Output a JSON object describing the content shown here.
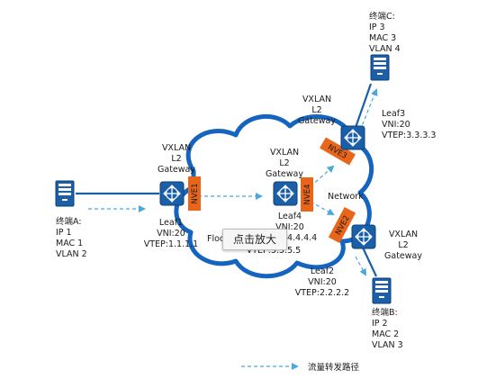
{
  "colors": {
    "cloud_stroke": "#1565c0",
    "switch_fill": "#1b5fa8",
    "server_fill": "#1b5fa8",
    "nve_fill": "#e8651a",
    "flow_arrow": "#4aa8dc"
  },
  "terminals": {
    "A": {
      "title": "终端A:",
      "lines": [
        "IP 1",
        "MAC 1",
        "VLAN 2"
      ],
      "icon": "server-icon"
    },
    "B": {
      "title": "终端B:",
      "lines": [
        "IP 2",
        "MAC 2",
        "VLAN 3"
      ],
      "icon": "server-icon"
    },
    "C": {
      "title": "终端C:",
      "lines": [
        "IP 3",
        "MAC 3",
        "VLAN 4"
      ],
      "icon": "server-icon"
    }
  },
  "gateway_label": [
    "VXLAN",
    "L2",
    "Gateway"
  ],
  "leaves": {
    "leaf1": {
      "lines": [
        "Leaf1",
        "VNI:20",
        "VTEP:1.1.1.1"
      ],
      "nve": "NVE1",
      "icon": "switch-icon"
    },
    "leaf2": {
      "lines": [
        "Leaf2",
        "VNI:20",
        "VTEP:2.2.2.2"
      ],
      "nve": "NVE2",
      "icon": "switch-icon"
    },
    "leaf3": {
      "lines": [
        "Leaf3",
        "VNI:20",
        "VTEP:3.3.3.3"
      ],
      "nve": "NVE3",
      "icon": "switch-icon"
    },
    "leaf4": {
      "lines": [
        "Leaf4",
        "VNI:20",
        "VTEP:4.4.4.4"
      ],
      "nve": "NVE4",
      "icon": "switch-icon"
    }
  },
  "network_label": "Network",
  "flood_label": "Flood",
  "leaf4_hidden_line": "VTEP:5.5.5.5",
  "legend": {
    "label": "流量转发路径",
    "icon": "dashed-arrow-icon"
  },
  "zoom_button": {
    "label": "点击放大",
    "icon": "zoom-icon"
  }
}
